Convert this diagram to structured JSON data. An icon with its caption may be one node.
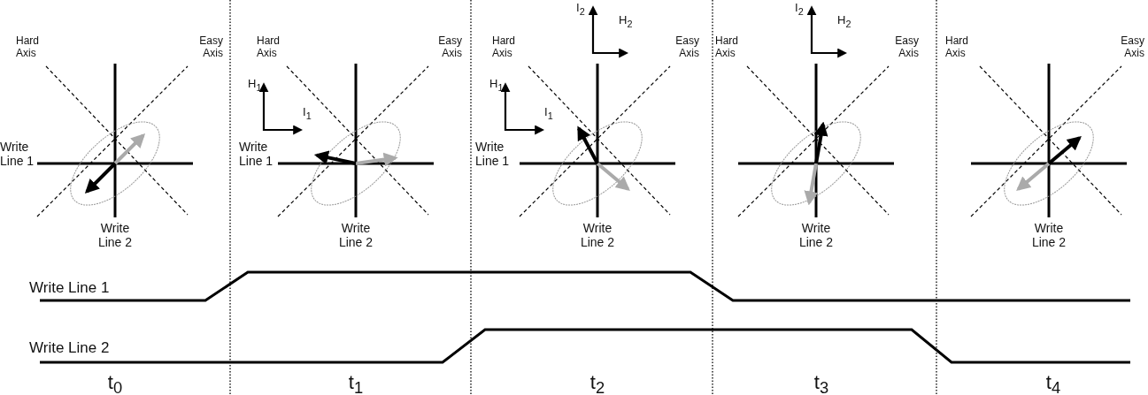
{
  "diagram": {
    "labels": [
      "Hard Axis",
      "Easy Axis",
      "Write Line 1",
      "Write Line 2",
      "Hard Axis",
      "Easy Axis",
      "H$_{1}$",
      "I$_{1}$",
      "Write Line 1",
      "Write Line 2",
      "I$_{2}$",
      "H$_{2}$",
      "Hard Axis",
      "Easy Axis",
      "H$_{1}$",
      "I$_{1}$",
      "Write Line 1",
      "Write Line 2",
      "I$_{2}$",
      "H$_{2}$",
      "Hard Axis",
      "Easy Axis",
      "Write Line 2",
      "Hard Axis",
      "Easy Axis",
      "Write Line 2",
      "Write Line 1",
      "Write Line 2",
      "t$_{0}$",
      "t$_{1}$",
      "t$_{2}$",
      "t$_{3}$",
      "t$_{4}$"
    ]
  }
}
